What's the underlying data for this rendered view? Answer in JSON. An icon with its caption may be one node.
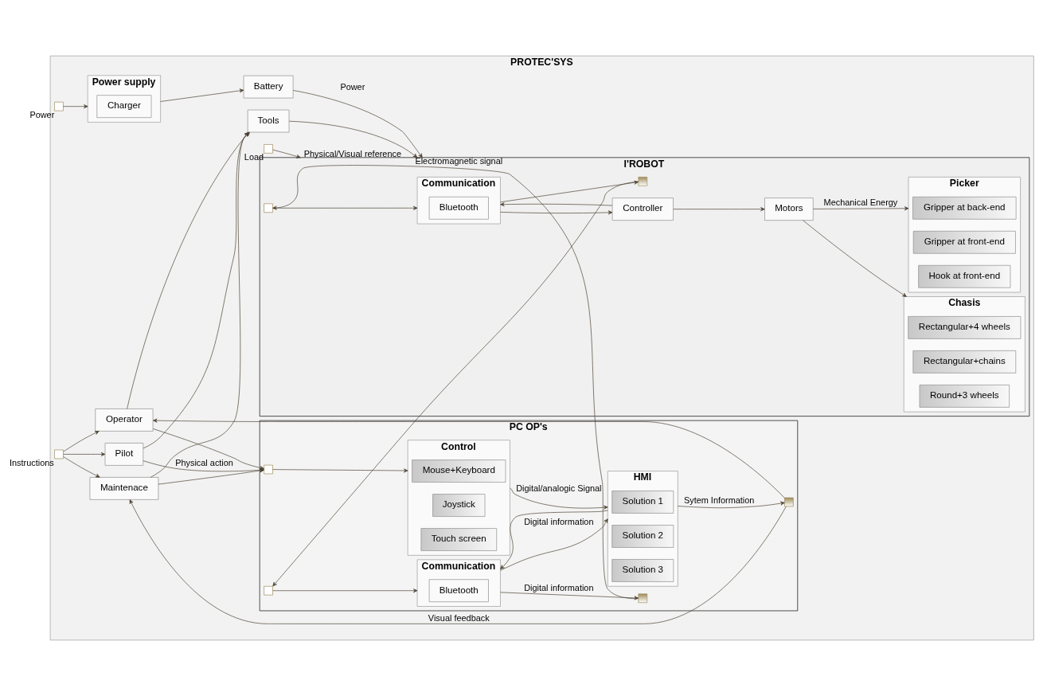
{
  "diagram": {
    "nodes": [
      {
        "text": [
          "PROTEC'SYS"
        ]
      },
      {
        "text": [],
        "shape": "box",
        "in": 0,
        "beside": [
          "Load"
        ]
      },
      {
        "text": [],
        "shape": "box",
        "in": 0,
        "beside": [
          "Power"
        ]
      },
      {
        "text": [],
        "shape": "box",
        "in": 0,
        "beside": [
          "Instructions"
        ]
      },
      {
        "text": [
          "Power supply"
        ],
        "in": 0
      },
      {
        "text": [
          "Charger"
        ],
        "in": 4
      },
      {
        "text": [
          "Battery"
        ],
        "in": 0
      },
      {
        "text": [
          "Maintenace"
        ],
        "in": 0
      },
      {
        "text": [
          "Tools"
        ],
        "in": 0
      },
      {
        "text": [
          "Pilot"
        ],
        "in": 0
      },
      {
        "text": [
          "Operator"
        ],
        "in": 0
      },
      {
        "text": [
          "I'ROBOT"
        ],
        "in": 0
      },
      {
        "text": [
          "Communication"
        ],
        "in": 11
      },
      {
        "text": [
          "Bluetooth"
        ],
        "in": 12
      },
      {
        "text": [
          "Controller"
        ],
        "in": 11
      },
      {
        "text": [
          "Motors"
        ],
        "in": 11
      },
      {
        "text": [
          "Chasis"
        ],
        "in": 11
      },
      {
        "text": [
          "Rectangular+4 wheels"
        ],
        "in": 16
      },
      {
        "text": [
          "Rectangular+chains"
        ],
        "in": 16
      },
      {
        "text": [
          "Round+3 wheels"
        ],
        "in": 16
      },
      {
        "text": [
          "Picker"
        ],
        "in": 11
      },
      {
        "text": [
          "Gripper at back-end"
        ],
        "in": 20
      },
      {
        "text": [
          "Gripper at front-end"
        ],
        "in": 20
      },
      {
        "text": [
          "Hook at front-end"
        ],
        "in": 20
      },
      {
        "text": [],
        "shape": "box",
        "in": 11
      },
      {
        "text": [],
        "shape": "box",
        "in": 11
      },
      {
        "text": [
          "PC OP's"
        ],
        "in": 0
      },
      {
        "text": [
          "Control"
        ],
        "in": 26
      },
      {
        "text": [
          "Mouse+Keyboard"
        ],
        "in": 27
      },
      {
        "text": [
          "Joystick"
        ],
        "in": 27
      },
      {
        "text": [
          "Touch screen"
        ],
        "in": 27
      },
      {
        "text": [],
        "shape": "box",
        "in": 26
      },
      {
        "text": [
          "HMI"
        ],
        "in": 26
      },
      {
        "text": [
          "Solution 1"
        ],
        "in": 32
      },
      {
        "text": [
          "Solution 2"
        ],
        "in": 32
      },
      {
        "text": [
          "Solution 3"
        ],
        "in": 32
      },
      {
        "text": [
          "Communication"
        ],
        "in": 26
      },
      {
        "text": [
          "Bluetooth"
        ],
        "in": 36
      },
      {
        "text": [],
        "shape": "box",
        "in": 26
      },
      {
        "text": [],
        "shape": "box",
        "in": 26
      },
      {
        "text": [],
        "shape": "box",
        "in": 26
      }
    ],
    "edges": [
      {
        "from": 1,
        "to": 11,
        "arrow": "to",
        "label": "Physical/Visual reference"
      },
      {
        "from": 2,
        "to": 4,
        "arrow": "to"
      },
      {
        "from": 4,
        "to": 6,
        "arrow": "to"
      },
      {
        "from": 6,
        "to": 11,
        "arrow": "to",
        "label": "Power"
      },
      {
        "from": 8,
        "to": 11,
        "arrow": "to"
      },
      {
        "from": 3,
        "to": 7,
        "arrow": "to"
      },
      {
        "from": 3,
        "to": 9,
        "arrow": "to"
      },
      {
        "from": 3,
        "to": 10,
        "arrow": "to"
      },
      {
        "from": 7,
        "to": 8,
        "arrow": "to"
      },
      {
        "from": 9,
        "to": 8,
        "arrow": "to"
      },
      {
        "from": 10,
        "to": 8,
        "arrow": "to"
      },
      {
        "from": 7,
        "to": 31,
        "arrow": "to"
      },
      {
        "from": 9,
        "to": 31,
        "arrow": "to",
        "label": "Physical action"
      },
      {
        "from": 10,
        "to": 31,
        "arrow": "to"
      },
      {
        "from": 31,
        "to": 27,
        "arrow": "to"
      },
      {
        "from": 27,
        "to": 32,
        "arrow": "to",
        "label": "Digital/analogic Signal"
      },
      {
        "from": 36,
        "to": 32,
        "arrow": "to",
        "label": "Digital information"
      },
      {
        "from": 32,
        "to": 36,
        "arrow": "to"
      },
      {
        "from": 32,
        "to": 40,
        "arrow": "to",
        "label": "Sytem Information"
      },
      {
        "from": 40,
        "to": 7,
        "arrow": "to",
        "label": "Visual feedback"
      },
      {
        "from": 40,
        "to": 10,
        "arrow": "to"
      },
      {
        "from": 38,
        "to": 36,
        "arrow": "to"
      },
      {
        "from": 36,
        "to": 39,
        "arrow": "to",
        "label": "Digital information"
      },
      {
        "from": 39,
        "to": 24,
        "arrow": "to",
        "label": "Electromagnetic signal"
      },
      {
        "from": 25,
        "to": 38,
        "arrow": "to"
      },
      {
        "from": 24,
        "to": 12,
        "arrow": "to"
      },
      {
        "from": 12,
        "to": 25,
        "arrow": "to"
      },
      {
        "from": 12,
        "to": 14,
        "arrow": "to"
      },
      {
        "from": 14,
        "to": 12,
        "arrow": "to"
      },
      {
        "from": 14,
        "to": 15,
        "arrow": "to"
      },
      {
        "from": 15,
        "to": 16,
        "arrow": "to"
      },
      {
        "from": 15,
        "to": 20,
        "arrow": "to",
        "label": "Mechanical Energy"
      }
    ]
  }
}
